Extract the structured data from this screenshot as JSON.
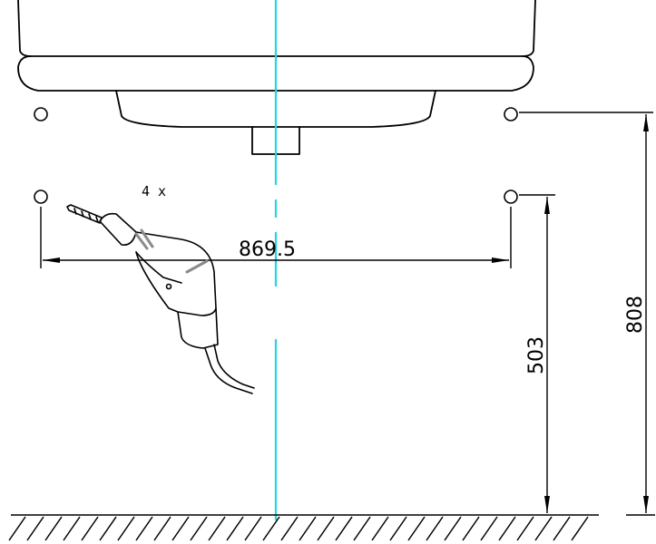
{
  "diagram": {
    "drill_count_label": "4 x",
    "dimensions": {
      "hole_spacing": "869.5",
      "lower_hole_height": "503",
      "upper_hole_height": "808"
    },
    "colors": {
      "centerline": "#1fd8e0",
      "line": "#000000",
      "drill_accent": "#8a8a8a"
    }
  }
}
